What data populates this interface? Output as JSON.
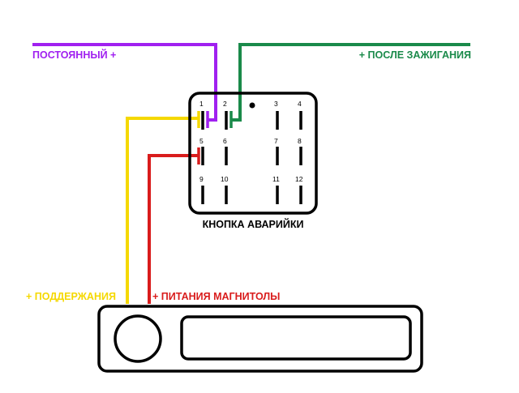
{
  "labels": {
    "constant_plus": "ПОСТОЯННЫЙ +",
    "after_ignition": "+ ПОСЛЕ ЗАЖИГАНИЯ",
    "hold_plus": "+ ПОДДЕРЖАНИЯ",
    "radio_power": "+ ПИТАНИЯ МАГНИТОЛЫ",
    "switch_caption": "КНОПКА АВАРИЙКИ"
  },
  "pins": {
    "p1": "1",
    "p2": "2",
    "p3": "3",
    "p4": "4",
    "p5": "5",
    "p6": "6",
    "p7": "7",
    "p8": "8",
    "p9": "9",
    "p10": "10",
    "p11": "11",
    "p12": "12"
  },
  "colors": {
    "purple": "#a020f0",
    "green": "#1a8a4a",
    "yellow": "#f5d800",
    "red": "#d91c1c",
    "outline": "#000000"
  }
}
